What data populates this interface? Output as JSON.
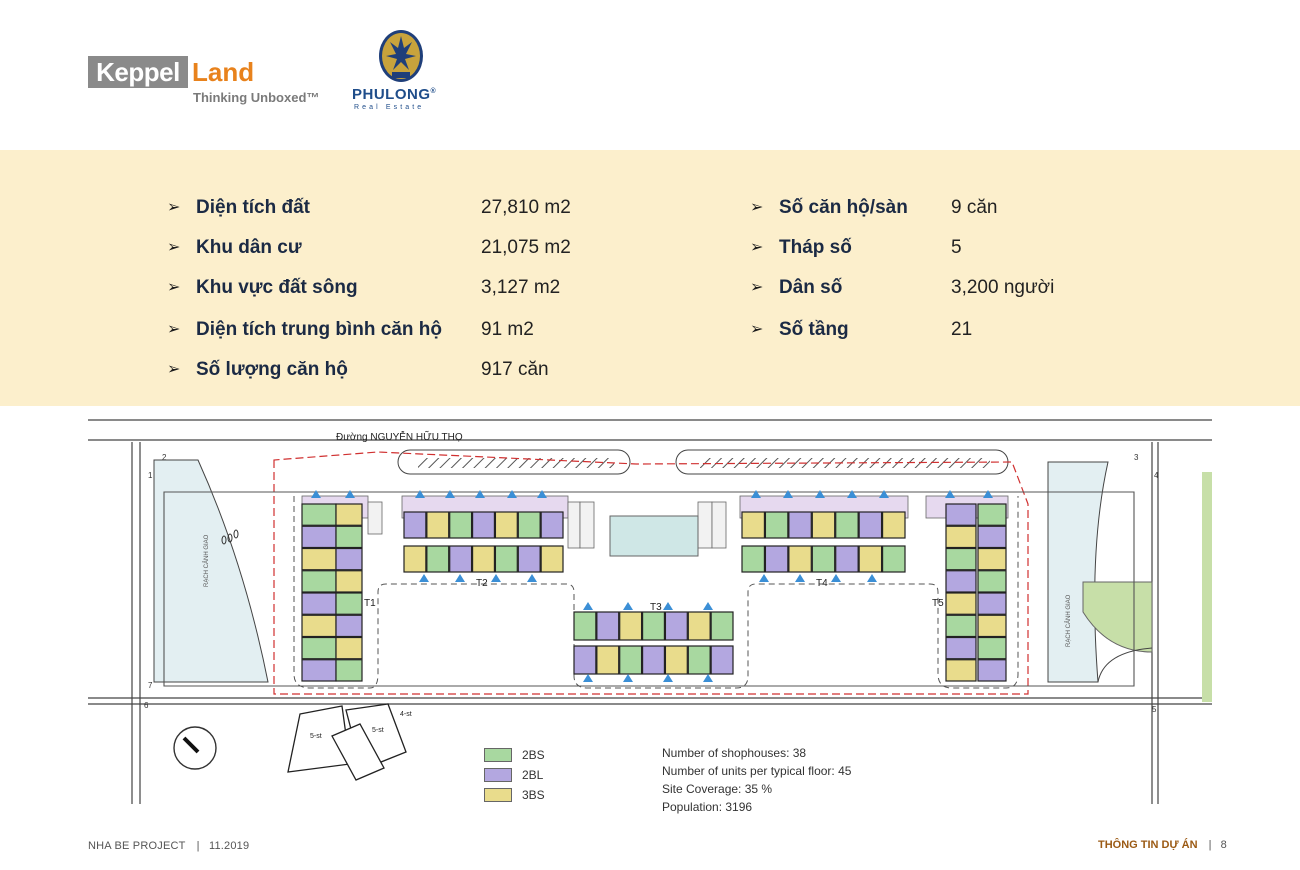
{
  "header": {
    "keppel": {
      "wordmark": "Keppel",
      "land": "Land",
      "tagline": "Thinking Unboxed™"
    },
    "phulong": {
      "name": "PHULONG",
      "registered": "®",
      "sub": "Real Estate"
    }
  },
  "info": {
    "left": [
      {
        "label": "Diện tích đất",
        "value": "27,810 m2"
      },
      {
        "label": "Khu dân cư",
        "value": "21,075 m2"
      },
      {
        "label": "Khu vực đất sông",
        "value": "3,127 m2"
      },
      {
        "label": "Diện tích trung bình căn hộ",
        "value": "91 m2"
      },
      {
        "label": "Số lượng căn hộ",
        "value": "917 căn"
      }
    ],
    "right": [
      {
        "label": "Số căn hộ/sàn",
        "value": "9 căn"
      },
      {
        "label": "Tháp số",
        "value": "5"
      },
      {
        "label": "Dân số",
        "value": "3,200 người"
      },
      {
        "label": "Số tầng",
        "value": "21"
      }
    ],
    "bullet": "➢"
  },
  "plan": {
    "road_name": "Đường NGUYỄN HỮU THỌ",
    "canal_left": "RẠCH CẢNH GIAO",
    "canal_right": "RẠCH CẢNH GIAO",
    "towers": [
      "T1",
      "T2",
      "T3",
      "T4",
      "T5"
    ],
    "shophouse_blocks": [
      "5-st",
      "5-st",
      "4-st"
    ],
    "markers": [
      "1",
      "2",
      "3",
      "4",
      "5",
      "6",
      "7"
    ]
  },
  "legend": [
    {
      "label": "2BS",
      "color": "#a8d8a0"
    },
    {
      "label": "2BL",
      "color": "#b3a7e0"
    },
    {
      "label": "3BS",
      "color": "#e9dc8c"
    }
  ],
  "stats": [
    "Number of shophouses: 38",
    "Number of units per typical floor: 45",
    "Site Coverage: 35 %",
    "Population: 3196"
  ],
  "footer": {
    "project": "NHA BE PROJECT",
    "date": "11.2019",
    "section": "THÔNG TIN DỰ ÁN",
    "page": "8"
  }
}
